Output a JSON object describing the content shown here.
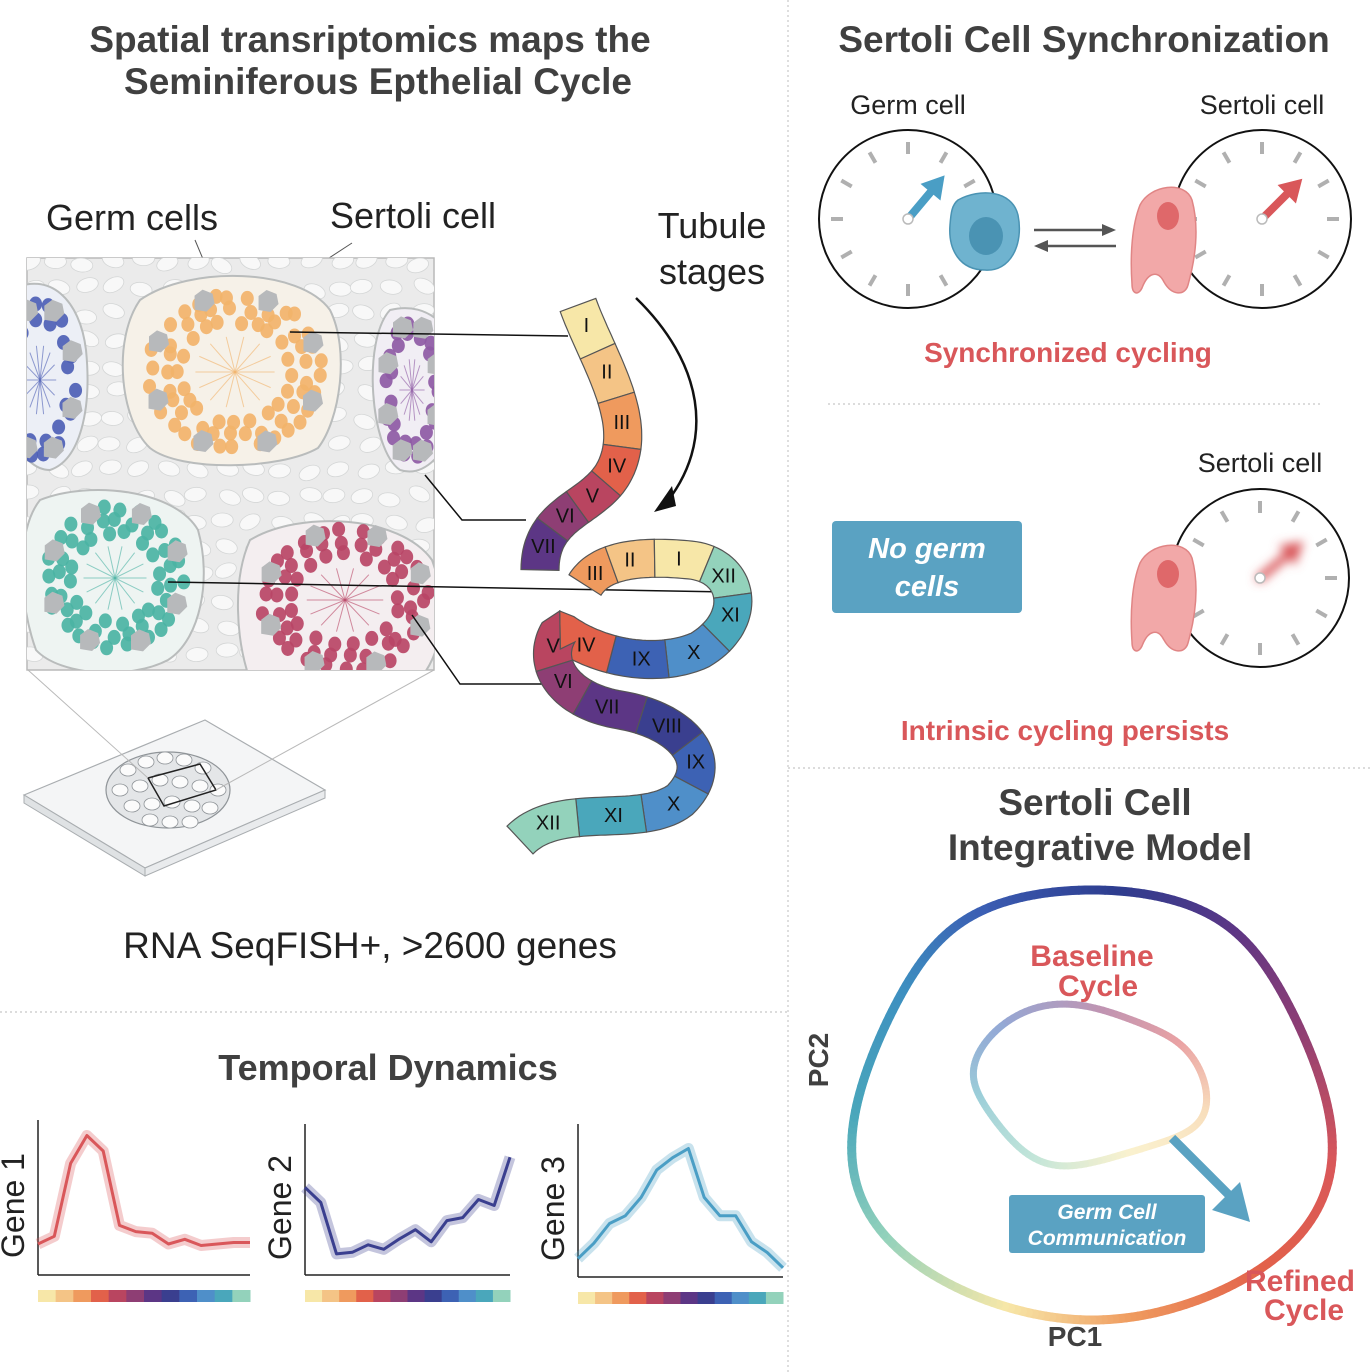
{
  "main": {
    "title_line1": "Spatial transriptomics maps the",
    "title_line2": "Seminiferous Epthelial Cycle",
    "germ_cells_label": "Germ cells",
    "sertoli_cell_label": "Sertoli cell",
    "tubule_stages_line1": "Tubule",
    "tubule_stages_line2": "stages",
    "method_caption": "RNA SeqFISH+, >2600 genes"
  },
  "stages": {
    "loop1": [
      "I",
      "II",
      "III",
      "IV",
      "V",
      "VI",
      "VII"
    ],
    "loop2": [
      "III",
      "II",
      "I",
      "XII",
      "XI",
      "X",
      "IX",
      "IV",
      "V",
      "VI",
      "VII",
      "VIII",
      "IX",
      "X",
      "XI",
      "XII"
    ]
  },
  "sync": {
    "title": "Sertoli Cell Synchronization",
    "germ_cell_label": "Germ cell",
    "sertoli_cell_label": "Sertoli cell",
    "synchronized_caption": "Synchronized cycling",
    "no_germ_line1": "No germ",
    "no_germ_line2": "cells",
    "sertoli_cell_label_2": "Sertoli cell",
    "intrinsic_caption": "Intrinsic cycling persists"
  },
  "model": {
    "title_line1": "Sertoli Cell",
    "title_line2": "Integrative Model",
    "baseline_line1": "Baseline",
    "baseline_line2": "Cycle",
    "refined_line1": "Refined",
    "refined_line2": "Cycle",
    "germ_comm_line1": "Germ Cell",
    "germ_comm_line2": "Communication",
    "pc1": "PC1",
    "pc2": "PC2"
  },
  "temporal": {
    "title": "Temporal Dynamics",
    "genes": [
      {
        "label": "Gene 1",
        "color": "#d9575a",
        "values": [
          0.2,
          0.25,
          0.72,
          0.9,
          0.8,
          0.32,
          0.28,
          0.27,
          0.2,
          0.23,
          0.19,
          0.2,
          0.21,
          0.21
        ]
      },
      {
        "label": "Gene 2",
        "color": "#3a3f8f",
        "values": [
          0.58,
          0.48,
          0.14,
          0.15,
          0.2,
          0.17,
          0.24,
          0.3,
          0.22,
          0.36,
          0.38,
          0.5,
          0.46,
          0.78
        ]
      },
      {
        "label": "Gene 3",
        "color": "#4a9ec5",
        "values": [
          0.12,
          0.22,
          0.35,
          0.4,
          0.52,
          0.7,
          0.78,
          0.84,
          0.52,
          0.4,
          0.4,
          0.23,
          0.16,
          0.06
        ]
      }
    ]
  },
  "colors": {
    "stage_palette": [
      "#f7e7a8",
      "#f4c486",
      "#ef9a5e",
      "#e2614a",
      "#b94560",
      "#8e3e74",
      "#5c3685",
      "#3a3f8f",
      "#3d62b4",
      "#4f8fc9",
      "#4aa7bb",
      "#93d2bb"
    ],
    "germ_clock_accent": "#4a9ec5",
    "sertoli_clock_accent": "#d9575a",
    "sertoli_cell_fill": "#f2a8a8",
    "germ_cell_fill": "#6fb3cf",
    "box_fill": "#5aa2c2"
  }
}
